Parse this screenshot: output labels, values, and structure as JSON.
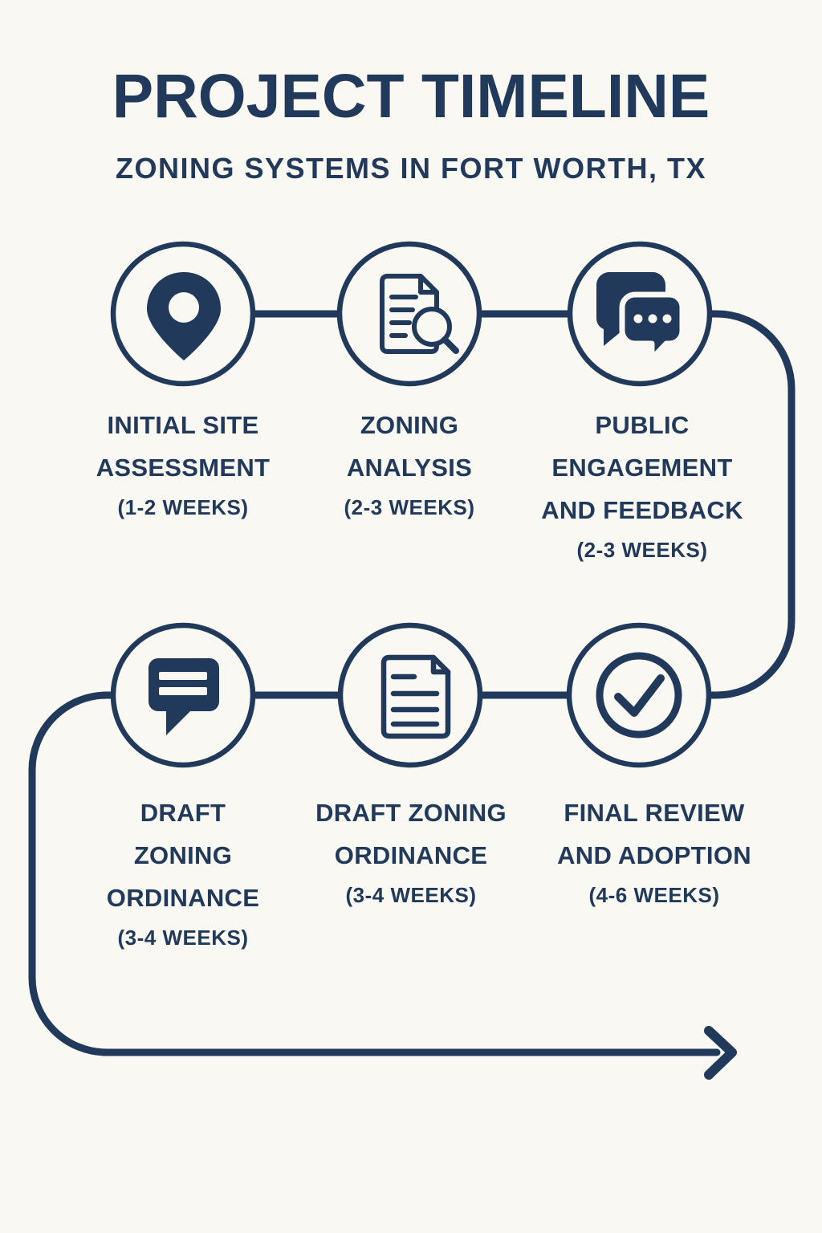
{
  "colors": {
    "ink": "#21395a",
    "background": "#faf8f3"
  },
  "header": {
    "title": "PROJECT TIMELINE",
    "subtitle": "ZONING SYSTEMS IN FORT WORTH, TX"
  },
  "steps": [
    {
      "icon": "location-pin-icon",
      "lines": [
        "INITIAL SITE",
        "ASSESSMENT"
      ],
      "duration": "(1-2 WEEKS)"
    },
    {
      "icon": "document-search-icon",
      "lines": [
        "ZONING",
        "ANALYSIS"
      ],
      "duration": "(2-3 WEEKS)"
    },
    {
      "icon": "chat-bubbles-icon",
      "lines": [
        "PUBLIC",
        "ENGAGEMENT",
        "AND FEEDBACK"
      ],
      "duration": "(2-3 WEEKS)"
    },
    {
      "icon": "speech-bubble-icon",
      "lines": [
        "DRAFT",
        "ZONING",
        "ORDINANCE"
      ],
      "duration": "(3-4 WEEKS)"
    },
    {
      "icon": "document-icon",
      "lines": [
        "DRAFT ZONING",
        "ORDINANCE"
      ],
      "duration": "(3-4 WEEKS)"
    },
    {
      "icon": "check-circle-icon",
      "lines": [
        "FINAL REVIEW",
        "AND ADOPTION"
      ],
      "duration": "(4-6 WEEKS)"
    }
  ]
}
